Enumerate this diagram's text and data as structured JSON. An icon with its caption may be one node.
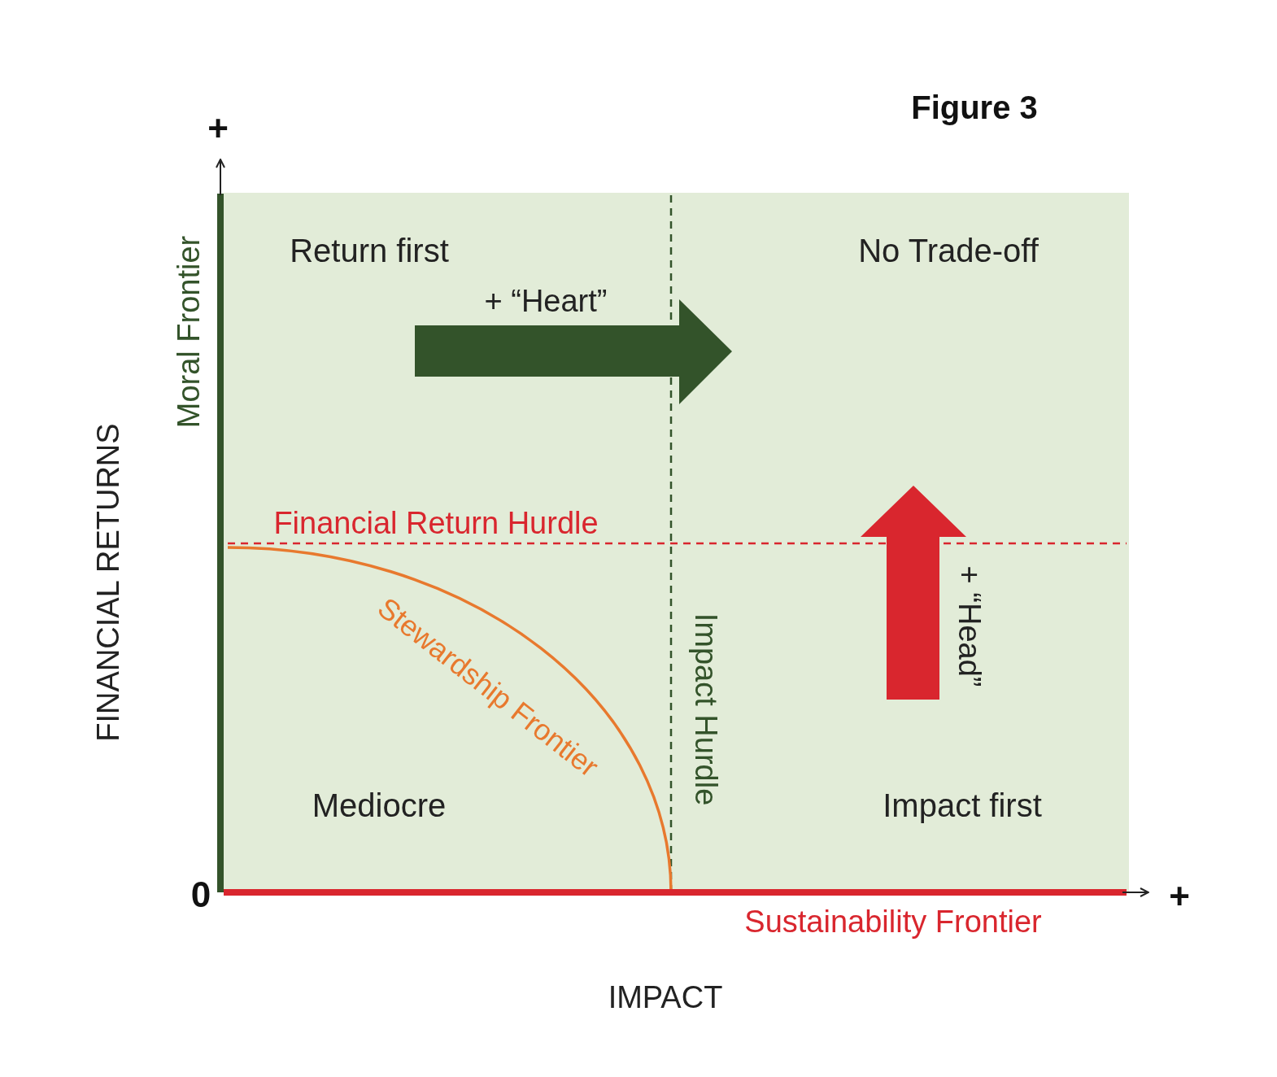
{
  "diagram": {
    "title": "Figure 3",
    "labels": [
      "+",
      "Moral Frontier",
      "FINANCIAL RETURNS",
      "Return first",
      "+ “Heart”",
      "No Trade-off",
      "Financial Return Hurdle",
      "Stewardship Frontier",
      "Impact Hurdle",
      "+ “Head”",
      "Mediocre",
      "Impact first",
      "0",
      "+",
      "Sustainability Frontier",
      "IMPACT"
    ]
  }
}
